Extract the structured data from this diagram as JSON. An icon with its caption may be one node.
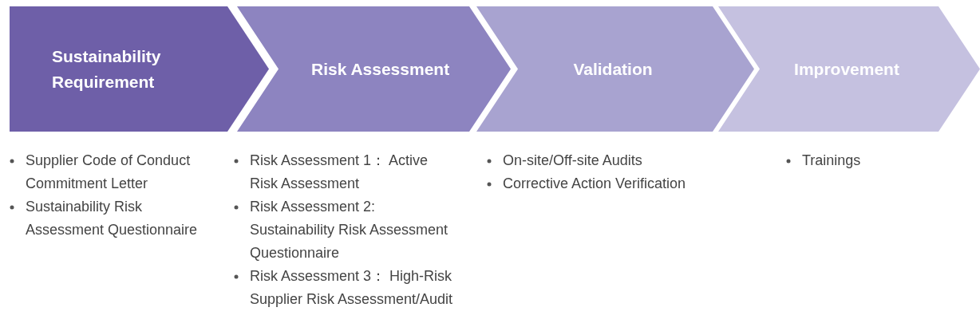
{
  "diagram": {
    "nodes": [
      {
        "text": [
          "Sustainability Requirement"
        ],
        "beside": [
          "Supplier Code of Conduct Commitment Letter",
          "Sustainability Risk Assessment Questionnaire"
        ]
      },
      {
        "text": [
          "Risk Assessment"
        ],
        "beside": [
          "Risk Assessment 1： Active Risk Assessment",
          "Risk Assessment 2: Sustainability Risk Assessment Questionnaire",
          "Risk Assessment 3： High-Risk Supplier Risk Assessment/Audit"
        ]
      },
      {
        "text": [
          "Validation"
        ],
        "beside": [
          "On-site/Off-site Audits",
          "Corrective Action Verification"
        ]
      },
      {
        "text": [
          "Improvement"
        ],
        "beside": [
          "Trainings"
        ]
      }
    ]
  }
}
